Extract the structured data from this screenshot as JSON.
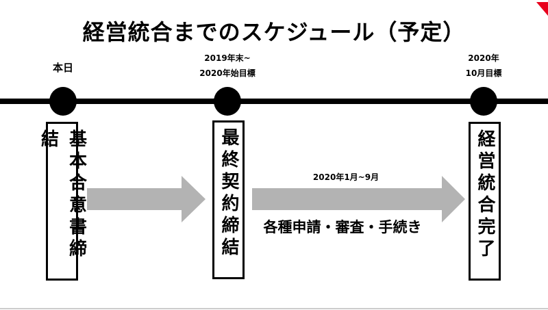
{
  "title": "経営統合までのスケジュール（予定）",
  "milestones": [
    {
      "label": "本日",
      "box": "基本合意書締結"
    },
    {
      "label_line1": "2019年末~",
      "label_line2": "2020年始目標",
      "box": "最終契約締結"
    },
    {
      "label_line1": "2020年",
      "label_line2": "10月目標",
      "box": "経営統合完了"
    }
  ],
  "arrow2": {
    "period": "2020年1月~9月",
    "process": "各種申請・審査・手続き"
  },
  "colors": {
    "accent": "#e8001c",
    "arrow": "#b3b3b3"
  }
}
